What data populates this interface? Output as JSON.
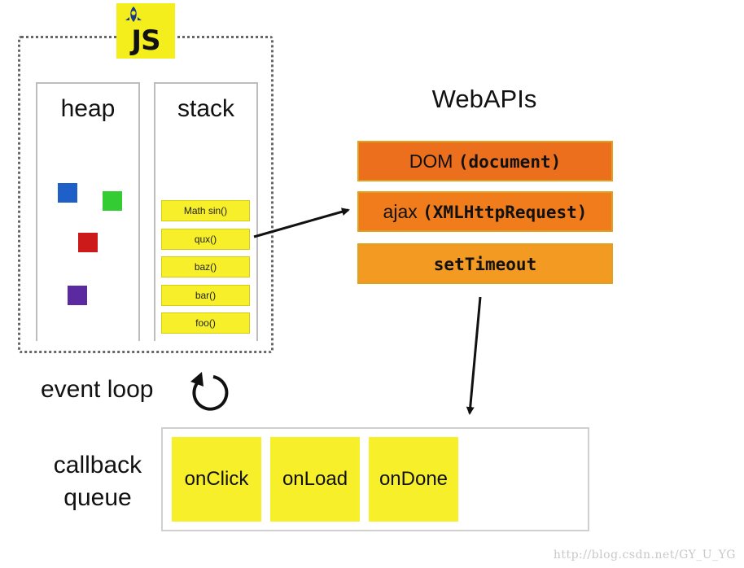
{
  "logo": {
    "text": "JS"
  },
  "engine": {
    "heap": {
      "title": "heap",
      "objects": [
        "blue",
        "green",
        "red",
        "purple"
      ]
    },
    "stack": {
      "title": "stack",
      "frames": [
        "Math sin()",
        "qux()",
        "baz()",
        "bar()",
        "foo()"
      ]
    }
  },
  "webapis": {
    "title": "WebAPIs",
    "items": [
      {
        "plain": "DOM ",
        "mono": "(document)",
        "color": "#ec6f1e"
      },
      {
        "plain": "ajax ",
        "mono": "(XMLHttpRequest)",
        "color": "#f07c1c"
      },
      {
        "plain": "",
        "mono": "setTimeout",
        "color": "#f39a22"
      }
    ]
  },
  "event_loop": {
    "label": "event loop"
  },
  "callback_queue": {
    "label_line1": "callback",
    "label_line2": "queue",
    "items": [
      "onClick",
      "onLoad",
      "onDone"
    ]
  },
  "watermark": "http://blog.csdn.net/GY_U_YG",
  "colors": {
    "yellow": "#f6ef2a",
    "blue_obj": "#1f5fc8",
    "green_obj": "#33cc33",
    "red_obj": "#cc1a1a",
    "purple_obj": "#5b2aa0"
  }
}
